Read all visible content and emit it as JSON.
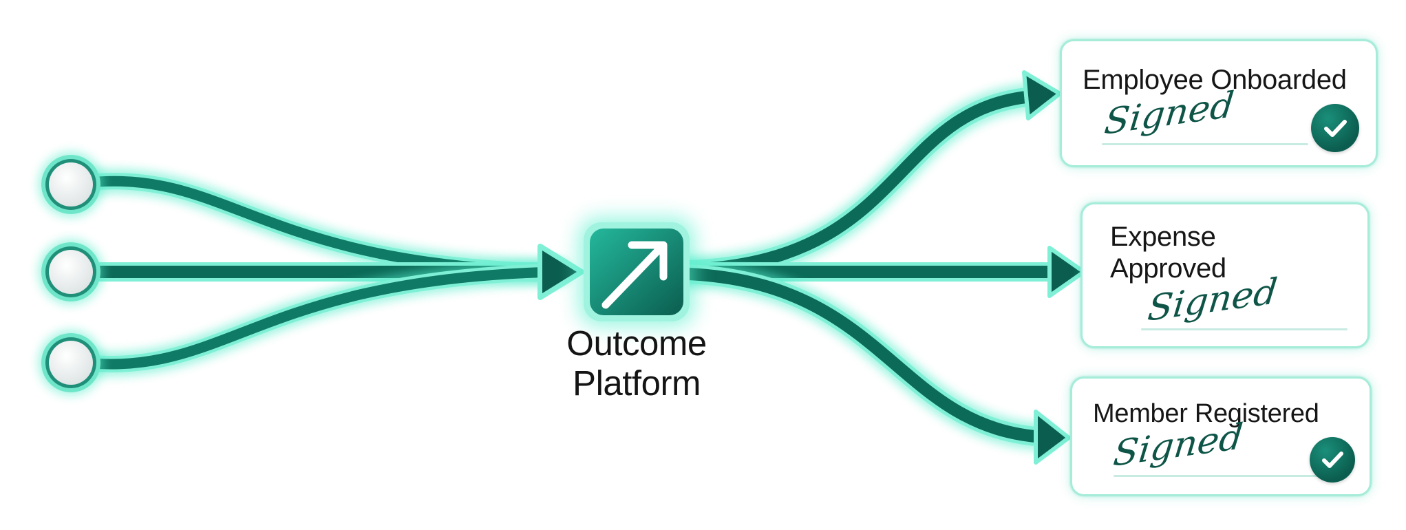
{
  "hub": {
    "label_line1": "Outcome",
    "label_line2": "Platform",
    "icon": "arrow-up-right-icon"
  },
  "inputs": [
    {
      "icon": "circle-node"
    },
    {
      "icon": "circle-node"
    },
    {
      "icon": "circle-node"
    }
  ],
  "outcomes": [
    {
      "title_line1": "Employee Onboarded",
      "title_line2": "",
      "signature": "Signed",
      "checked": true
    },
    {
      "title_line1": "Expense",
      "title_line2": "Approved",
      "signature": "Signed",
      "checked": false
    },
    {
      "title_line1": "Member Registered",
      "title_line2": "",
      "signature": "Signed",
      "checked": true
    }
  ],
  "colors": {
    "accent": "#0e7a66",
    "accent_dark": "#0b5d4f",
    "glow": "#43e3c0",
    "card_border": "#a6ecd9",
    "text": "#161616"
  }
}
